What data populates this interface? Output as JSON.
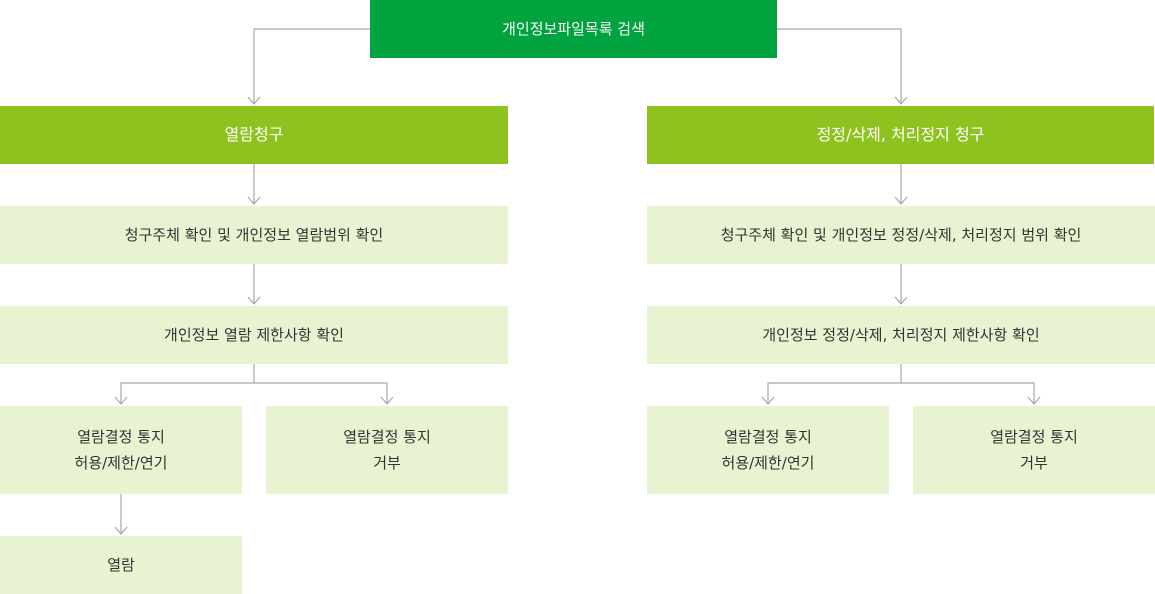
{
  "top": {
    "label": "개인정보파일목록 검색"
  },
  "left": {
    "request": "열람청구",
    "check1": "청구주체 확인 및 개인정보 열람범위 확인",
    "check2": "개인정보 열람 제한사항 확인",
    "allow": {
      "line1": "열람결정 통지",
      "line2": "허용/제한/연기"
    },
    "deny": {
      "line1": "열람결정 통지",
      "line2": "거부"
    },
    "final": "열람"
  },
  "right": {
    "request": "정정/삭제, 처리정지 청구",
    "check1": "청구주체 확인 및 개인정보 정정/삭제, 처리정지 범위 확인",
    "check2": "개인정보 정정/삭제, 처리정지 제한사항 확인",
    "allow": {
      "line1": "열람결정 통지",
      "line2": "허용/제한/연기"
    },
    "deny": {
      "line1": "열람결정 통지",
      "line2": "거부"
    }
  },
  "colors": {
    "top": "#00a33e",
    "request": "#8dc21f",
    "step": "#e8f3d2",
    "connector": "#aaaaaa"
  }
}
